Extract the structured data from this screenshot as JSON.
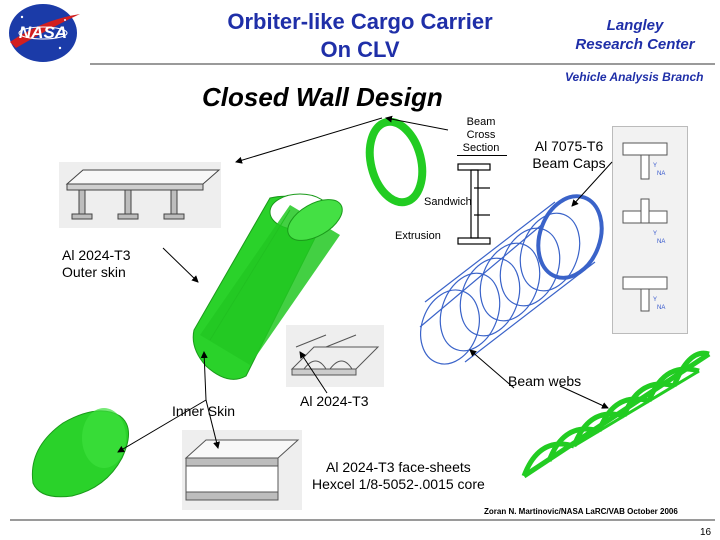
{
  "header": {
    "title_line1": "Orbiter-like Cargo Carrier",
    "title_line2": "On CLV",
    "org_line1": "Langley",
    "org_line2": "Research Center",
    "branch": "Vehicle Analysis Branch",
    "logo_text": "NASA"
  },
  "heading": "Closed Wall Design",
  "labels": {
    "beam_cross_section_1": "Beam",
    "beam_cross_section_2": "Cross",
    "beam_cross_section_3": "Section",
    "beam_caps_1": "Al 7075-T6",
    "beam_caps_2": "Beam Caps",
    "sandwich": "Sandwich",
    "extrusion": "Extrusion",
    "outer_skin_1": "Al 2024-T3",
    "outer_skin_2": "Outer skin",
    "beam_webs": "Beam webs",
    "inner_skin": "Inner Skin",
    "al_2024": "Al 2024-T3",
    "face_sheets_1": "Al 2024-T3 face-sheets",
    "face_sheets_2": "Hexcel 1/8-5052-.0015 core"
  },
  "footer": {
    "credit": "Zoran N. Martinovic/NASA LaRC/VAB October 2006",
    "page": "16"
  },
  "colors": {
    "title": "#1f2fa8",
    "component": "#22cc22",
    "rule": "#9a9a9a"
  }
}
